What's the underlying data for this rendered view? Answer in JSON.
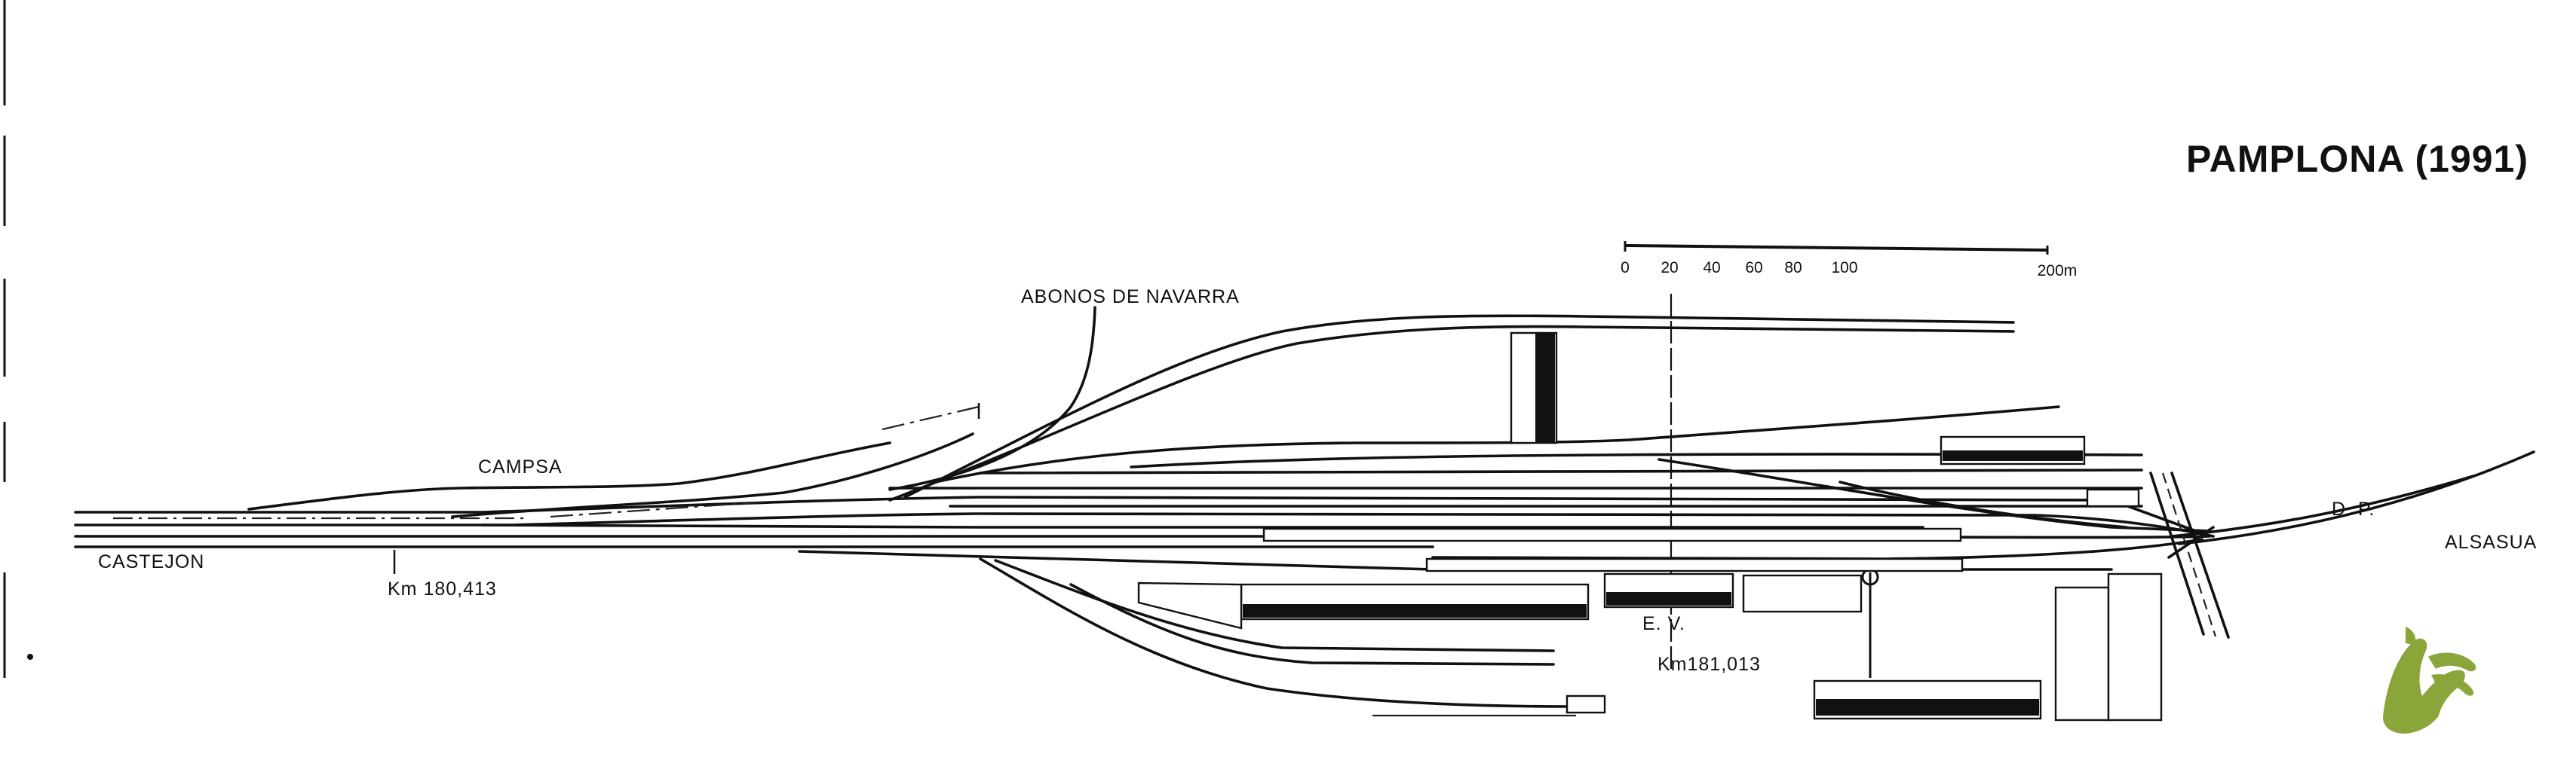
{
  "title": "PAMPLONA (1991)",
  "labels": {
    "abonos": "ABONOS DE NAVARRA",
    "campsa": "CAMPSA",
    "castejon": "CASTEJON",
    "km_west": "Km 180,413",
    "station": "E. V.",
    "km_station": "Km181,013",
    "dp": "D. P.",
    "alsasua": "ALSASUA"
  },
  "scale_bar": {
    "ticks": [
      "0",
      "20",
      "40",
      "60",
      "80",
      "100"
    ],
    "end": "200m"
  },
  "logo": {
    "icon": "hand-logo-icon",
    "color": "#8aa53a"
  },
  "colors": {
    "ink": "#111111",
    "paper": "#ffffff"
  }
}
